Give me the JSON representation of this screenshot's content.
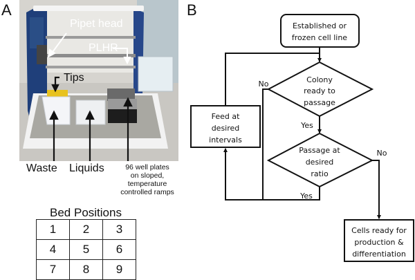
{
  "panels": {
    "a_label": "A",
    "b_label": "B"
  },
  "photo": {
    "description": "Liquid handling robot photograph",
    "annotations": {
      "pipet_head": "Pipet head",
      "plhr": "PLHR",
      "tips": "Tips",
      "waste": "Waste",
      "liquids": "Liquids",
      "plates_line1": "96 well plates",
      "plates_line2": "on sloped,",
      "plates_line3": "temperature",
      "plates_line4": "controlled ramps"
    }
  },
  "bed_positions": {
    "title": "Bed Positions",
    "rows": [
      [
        "1",
        "2",
        "3"
      ],
      [
        "4",
        "5",
        "6"
      ],
      [
        "7",
        "8",
        "9"
      ]
    ]
  },
  "flowchart": {
    "start": {
      "line1": "Established or",
      "line2": "frozen cell line"
    },
    "decision1": {
      "line1": "Colony",
      "line2": "ready to",
      "line3": "passage"
    },
    "feed": {
      "line1": "Feed at",
      "line2": "desired",
      "line3": "intervals"
    },
    "decision2": {
      "line1": "Passage at",
      "line2": "desired",
      "line3": "ratio"
    },
    "end": {
      "line1": "Cells ready for",
      "line2": "production &",
      "line3": "differentiation"
    },
    "labels": {
      "d1_no": "No",
      "d1_yes": "Yes",
      "d2_no": "No",
      "d2_yes": "Yes"
    }
  }
}
